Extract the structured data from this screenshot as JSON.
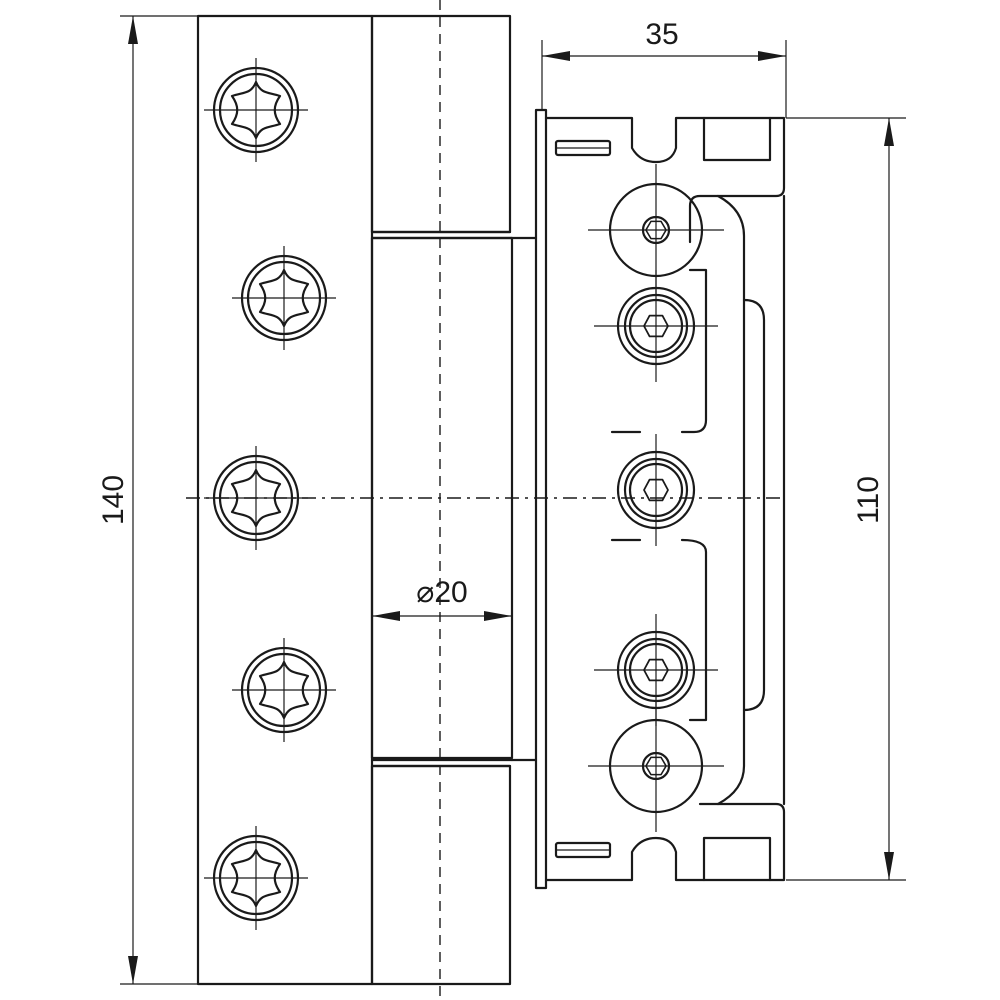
{
  "dimensions": {
    "overall_height": "140",
    "width": "35",
    "frame_height": "110",
    "knuckle_diameter": "⌀20"
  },
  "parts": {
    "leaf_screws": {
      "count": 5,
      "drive": "torx"
    },
    "frame_screws": {
      "count": 5,
      "drive": "hex-socket"
    },
    "knuckle_segments": 3,
    "slots": 2
  }
}
